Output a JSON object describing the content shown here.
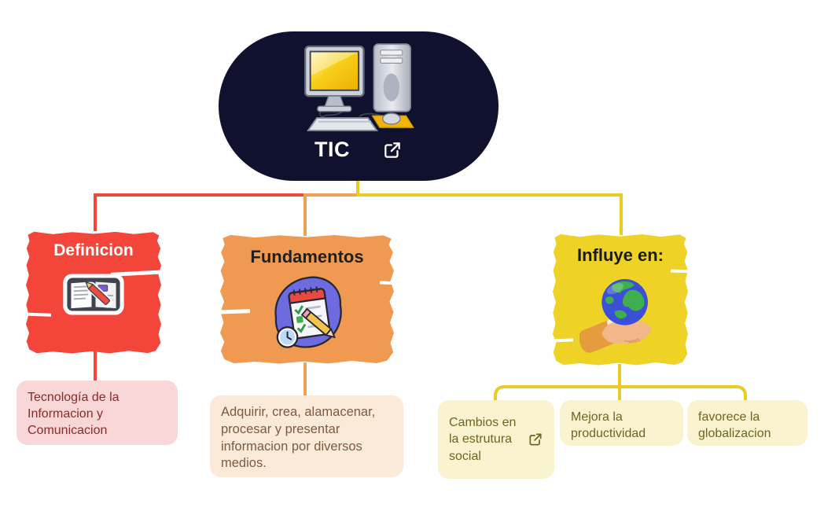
{
  "root": {
    "label": "TIC",
    "icon": "computer-icon",
    "link_icon": "external-link-icon",
    "bg": "#10112e",
    "text_color": "#ffffff"
  },
  "branches": [
    {
      "label": "Definicion",
      "icon": "book-pencil-icon",
      "bg": "#f4453b",
      "text_color": "#ffffff",
      "line_color": "#f4453c",
      "children": [
        {
          "text": "Tecnología de la Informacion y Comunicacion",
          "bg": "#f9d7d6",
          "text_color": "#8a2b28"
        }
      ]
    },
    {
      "label": "Fundamentos",
      "icon": "checklist-icon",
      "bg": "#f09a51",
      "text_color": "#241e19",
      "line_color": "#f0a058",
      "children": [
        {
          "text": "Adquirir, crea, alamacenar, procesar y presentar informacion por diversos medios.",
          "bg": "#fcead9",
          "text_color": "#7a5b42"
        }
      ]
    },
    {
      "label": "Influye en:",
      "icon": "globe-hand-icon",
      "bg": "#eed226",
      "text_color": "#1d1b15",
      "line_color": "#e9cb25",
      "children": [
        {
          "text": "Cambios en la estrutura social",
          "link_icon": "external-link-icon",
          "bg": "#f9f3d0",
          "text_color": "#6f6420"
        },
        {
          "text": "Mejora la productividad",
          "bg": "#f9f3d0",
          "text_color": "#6f6420"
        },
        {
          "text": "favorece la globalizacion",
          "bg": "#f9f3d0",
          "text_color": "#6f6420"
        }
      ]
    }
  ]
}
